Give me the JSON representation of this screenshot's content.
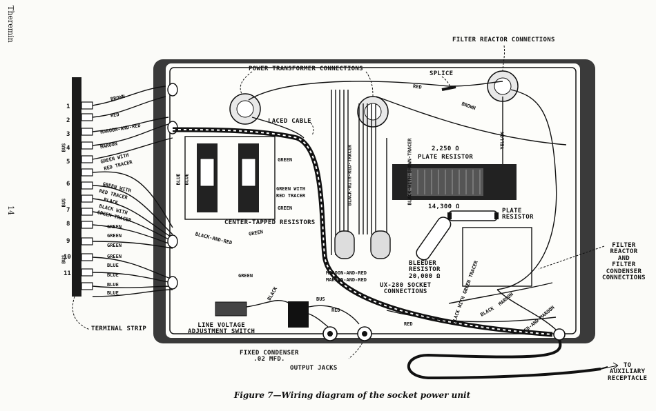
{
  "margin": {
    "running_head": "Theremin",
    "page_number": "14"
  },
  "caption": "Figure 7—Wiring diagram of the socket power unit",
  "callouts": {
    "filter_reactor": "FILTER REACTOR CONNECTIONS",
    "power_transformer": "POWER TRANSFORMER CONNECTIONS",
    "splice": "SPLICE",
    "laced_cable": "LACED CABLE",
    "plate_resistor_value": "2,250 Ω",
    "plate_resistor": "PLATE RESISTOR",
    "resistor_14300": "14,300 Ω",
    "plate_resistor_2": "PLATE\nRESISTOR",
    "center_tapped": "CENTER-TAPPED RESISTORS",
    "bleeder": "BLEEDER\nRESISTOR\n20,000 Ω",
    "ux280": "UX-280 SOCKET\nCONNECTIONS",
    "filter_right": "FILTER\nREACTOR\nAND\nFILTER\nCONDENSER\nCONNECTIONS",
    "terminal_strip": "TERMINAL STRIP",
    "line_voltage": "LINE VOLTAGE\nADJUSTMENT SWITCH",
    "fixed_condenser": "FIXED CONDENSER\n.02 MFD.",
    "output_jacks": "OUTPUT JACKS",
    "to_aux": "TO\nAUXILIARY\nRECEPTACLE",
    "bus": "BUS"
  },
  "terminal_numbers": [
    "1",
    "2",
    "3",
    "4",
    "5",
    "6",
    "7",
    "8",
    "9",
    "10",
    "11"
  ],
  "terminal_wires": {
    "brown": "BROWN",
    "red": "RED",
    "maroon_red": "MAROON-AND-RED",
    "maroon": "MAROON",
    "green_with": "GREEN WITH",
    "red_tracer": "RED TRACER",
    "green_with_2": "GREEN WITH",
    "red_tracer_2": "RED TRACER",
    "black": "BLACK",
    "black_with": "BLACK WITH",
    "green_tracer": "GREEN TRACER",
    "green": "GREEN",
    "blue": "BLUE"
  },
  "wire_labels": {
    "red": "RED",
    "brown": "BROWN",
    "yellow": "YELLOW",
    "green": "GREEN",
    "blue": "BLUE",
    "black": "BLACK",
    "maroon": "MAROON",
    "green_with": "GREEN WITH",
    "red_tracer": "RED TRACER",
    "black_and_red": "BLACK-AND-RED",
    "maroon_and_red": "MAROON-AND-RED",
    "black_with_red": "BLACK-WITH-RED-TRACER",
    "black_with_brown": "BLACK-WITH-BROWN-TRACER",
    "red_and_maroon": "RED-AND-MAROON",
    "black_with_green": "BLACK WITH GREEN TRACER"
  }
}
